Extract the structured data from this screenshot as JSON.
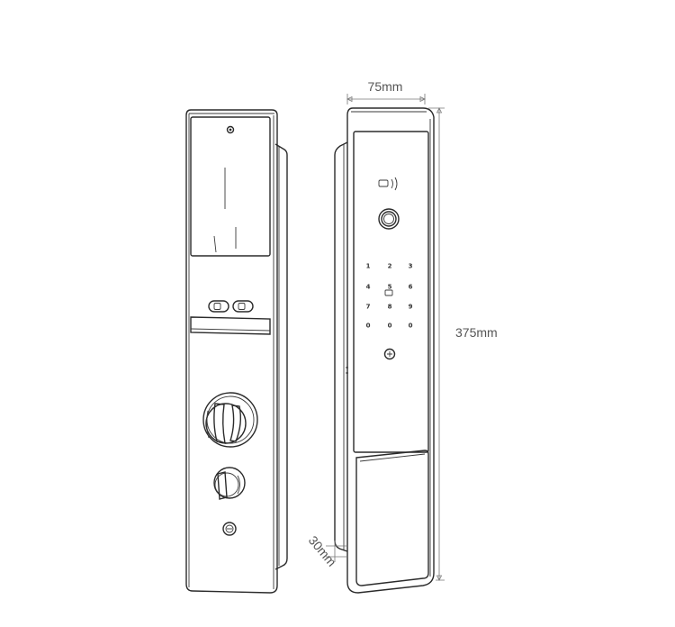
{
  "dimensions": {
    "width_label": "75mm",
    "height_label": "375mm",
    "depth_label": "30mm"
  },
  "keypad": {
    "keys": [
      "1",
      "2",
      "3",
      "4",
      "5",
      "6",
      "7",
      "8",
      "9",
      "0",
      "0",
      "0"
    ]
  },
  "colors": {
    "line": "#2b2b2b",
    "dimension_text": "#555555",
    "background": "#ffffff"
  }
}
